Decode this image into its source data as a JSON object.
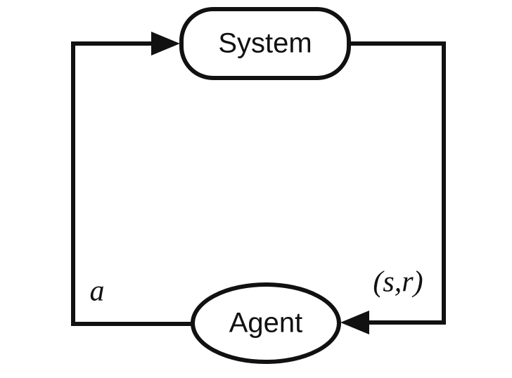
{
  "nodes": {
    "system": {
      "label": "System"
    },
    "agent": {
      "label": "Agent"
    }
  },
  "edges": {
    "action": {
      "label": "a"
    },
    "observation": {
      "label": "(s,r)"
    }
  }
}
